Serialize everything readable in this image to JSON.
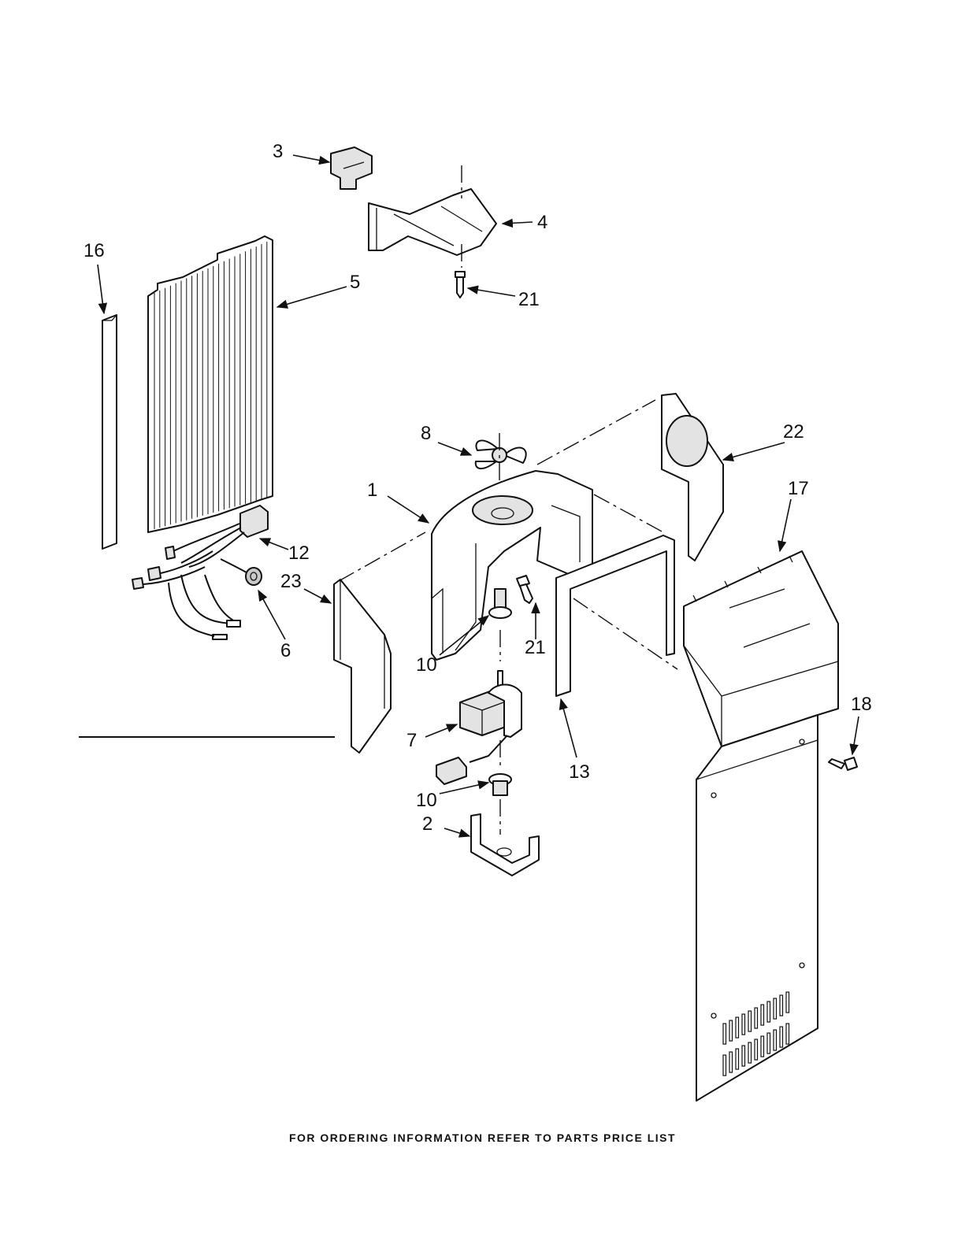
{
  "callouts": {
    "p1": "1",
    "p2": "2",
    "p3": "3",
    "p4": "4",
    "p5": "5",
    "p6": "6",
    "p7": "7",
    "p8": "8",
    "p10a": "10",
    "p10b": "10",
    "p12": "12",
    "p13": "13",
    "p16": "16",
    "p17": "17",
    "p18": "18",
    "p21a": "21",
    "p21b": "21",
    "p22": "22",
    "p23": "23"
  },
  "footer": {
    "note": "FOR ORDERING INFORMATION REFER TO PARTS PRICE LIST"
  }
}
